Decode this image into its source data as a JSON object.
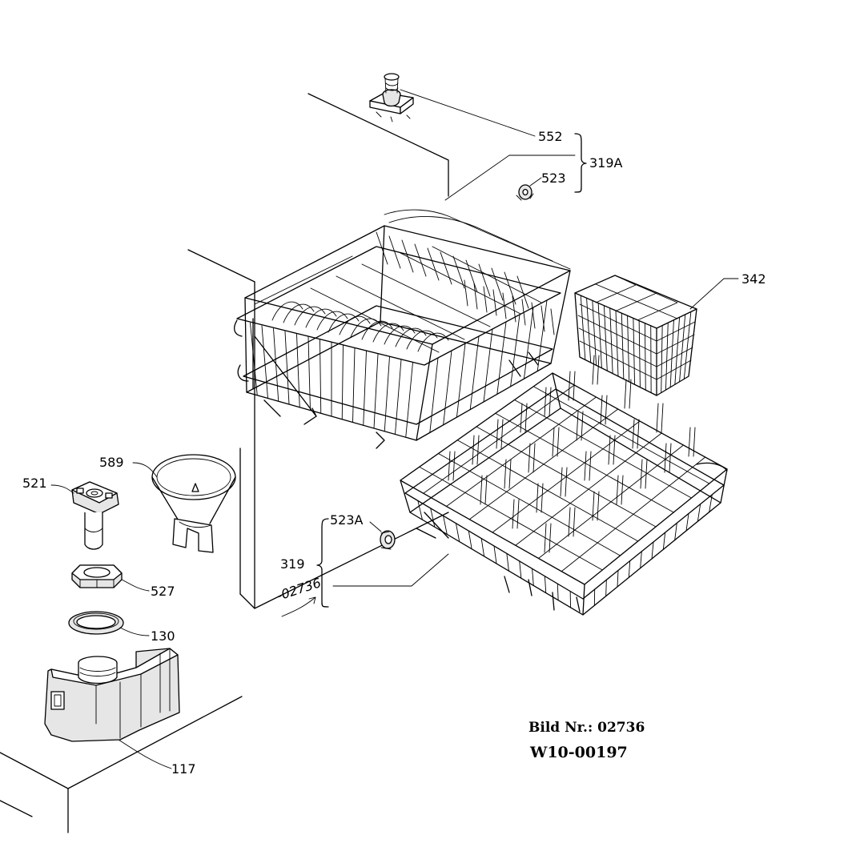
{
  "labels": {
    "p552": "552",
    "p319a": "319A",
    "p523": "523",
    "p342": "342",
    "p589": "589",
    "p521": "521",
    "p523a": "523A",
    "p319": "319",
    "p527": "527",
    "p130": "130",
    "p117": "117",
    "stamp": "-02736"
  },
  "reference": {
    "bild": "Bild  Nr.: 02736",
    "model": "W10-00197"
  }
}
